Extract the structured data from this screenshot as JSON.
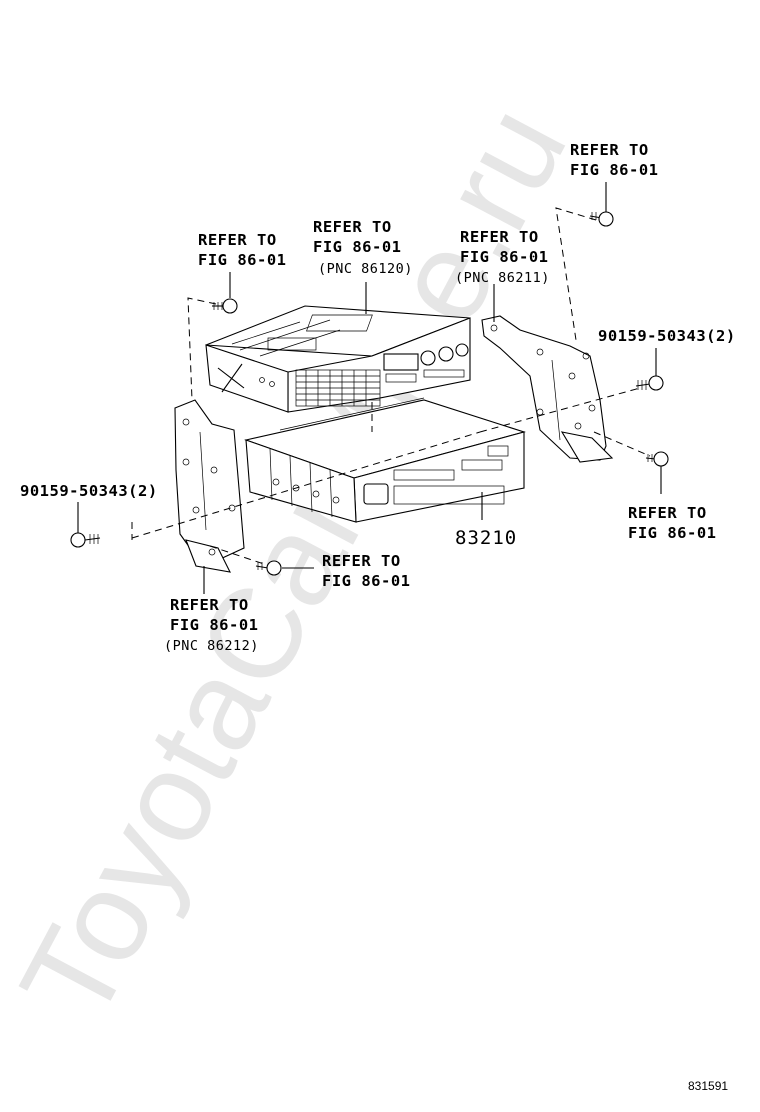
{
  "watermark": "ToyotaCarMine.ru",
  "diagram_id": "831591",
  "main_part": {
    "part_number": "83210"
  },
  "labels": {
    "top_right": {
      "line1": "REFER TO",
      "line2": "FIG 86-01"
    },
    "top_left": {
      "line1": "REFER TO",
      "line2": "FIG 86-01"
    },
    "radio": {
      "line1": "REFER TO",
      "line2": "FIG 86-01",
      "pnc": "(PNC 86120)"
    },
    "bracket_right": {
      "line1": "REFER TO",
      "line2": "FIG 86-01",
      "pnc": "(PNC 86211)"
    },
    "bolt_right": {
      "text": "90159-50343(2)"
    },
    "bolt_left": {
      "text": "90159-50343(2)"
    },
    "lower_right": {
      "line1": "REFER TO",
      "line2": "FIG 86-01"
    },
    "lower_center": {
      "line1": "REFER TO",
      "line2": "FIG 86-01"
    },
    "bracket_left": {
      "line1": "REFER TO",
      "line2": "FIG 86-01",
      "pnc": "(PNC 86212)"
    }
  }
}
